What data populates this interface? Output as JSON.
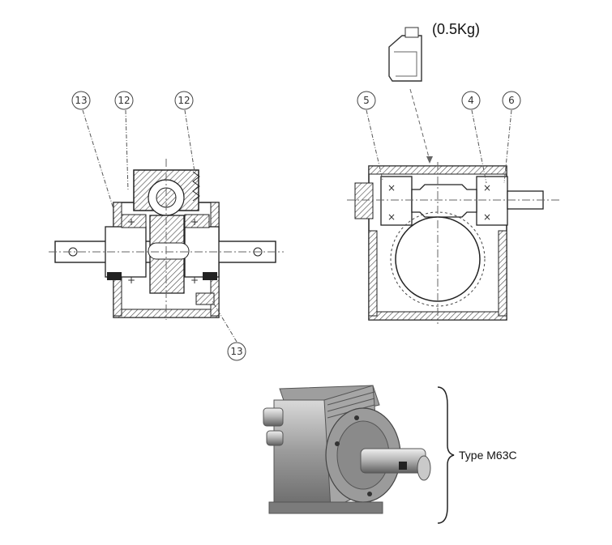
{
  "oil": {
    "label": "(0.5Kg)"
  },
  "callouts": {
    "left_13_top": "13",
    "left_12_a": "12",
    "left_12_b": "12",
    "left_13_bottom": "13",
    "right_5": "5",
    "right_4": "4",
    "right_6": "6"
  },
  "product": {
    "type_label": "Type M63C"
  }
}
